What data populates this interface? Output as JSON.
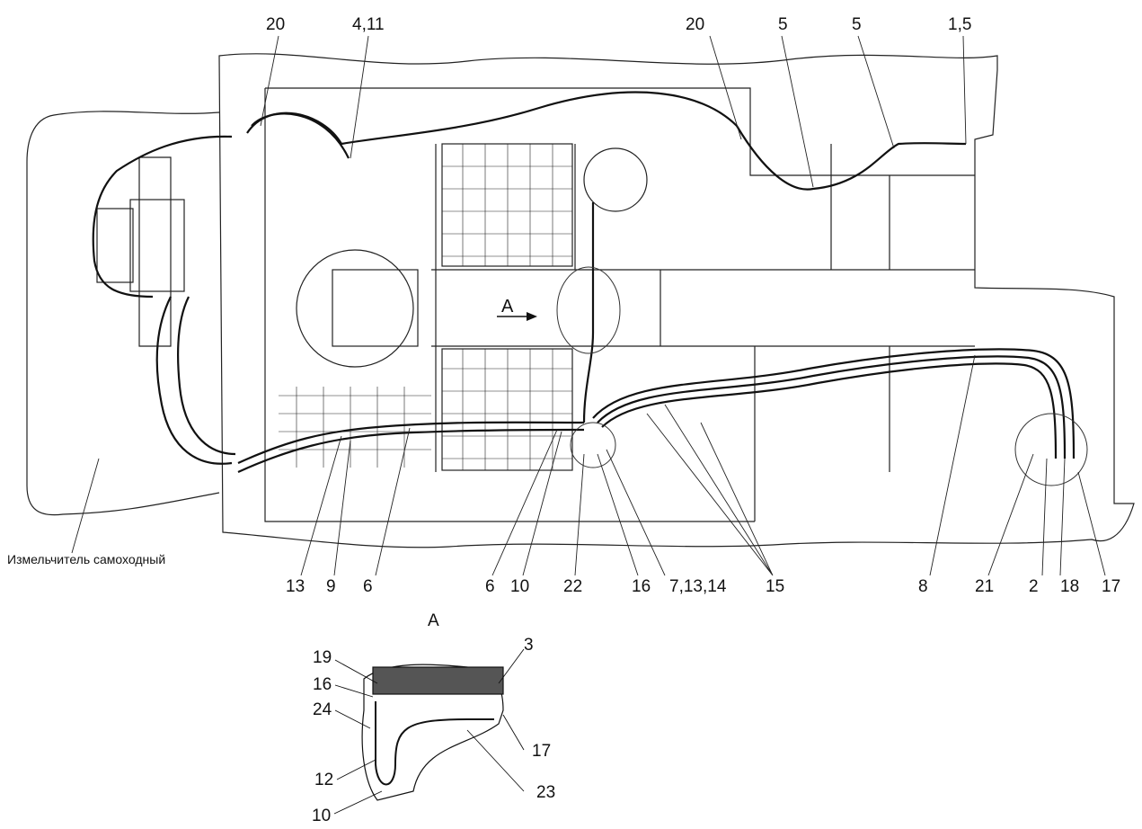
{
  "diagram": {
    "caption": "Измельчитель самоходный",
    "view_label": "А",
    "direction_marker": "А",
    "top_callouts": [
      "20",
      "4,11",
      "20",
      "5",
      "5",
      "1,5"
    ],
    "bottom_callouts": [
      "13",
      "9",
      "6",
      "6",
      "10",
      "22",
      "16",
      "7,13,14",
      "15",
      "8",
      "21",
      "2",
      "18",
      "17"
    ],
    "detail_callouts": [
      "19",
      "3",
      "16",
      "24",
      "17",
      "12",
      "23",
      "10"
    ]
  }
}
